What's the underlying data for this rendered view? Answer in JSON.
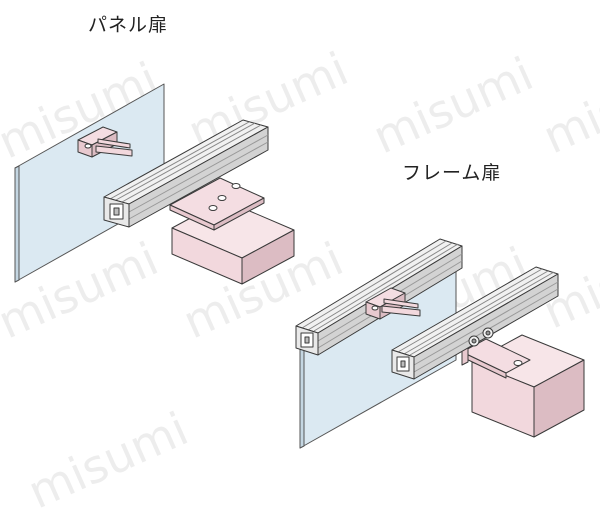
{
  "labels": {
    "panel_door": "パネル扉",
    "frame_door": "フレーム扉"
  },
  "watermark": {
    "text": "misumi"
  },
  "colors": {
    "panel_fill": "#dbe9f2",
    "panel_edge": "#555555",
    "profile_fill": "#e6e6e6",
    "profile_dark": "#b9b9b9",
    "pink_fill": "#f2d8dd",
    "pink_dark": "#dcbcc3",
    "line": "#3a3a3a"
  }
}
